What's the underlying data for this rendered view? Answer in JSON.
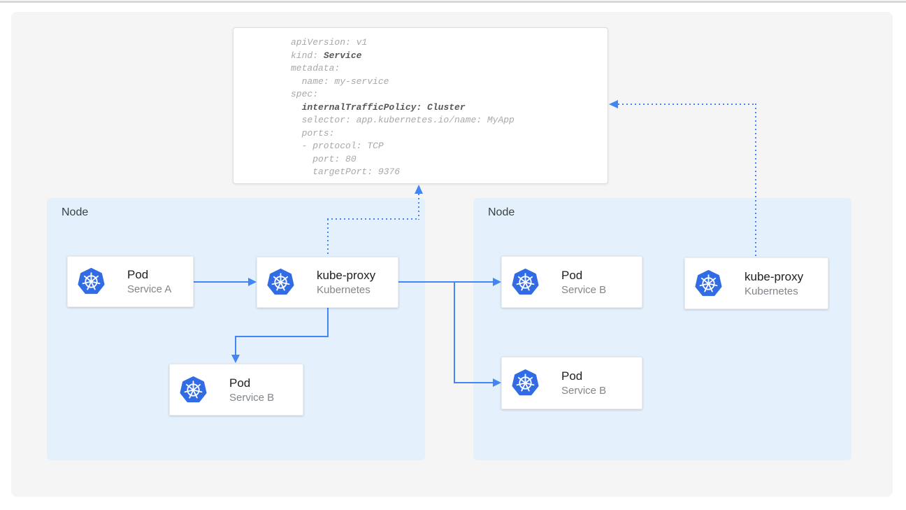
{
  "yaml_panel": {
    "lines": [
      {
        "pre": "apiVersion: v1",
        "bold": ""
      },
      {
        "pre": "kind: ",
        "bold": "Service"
      },
      {
        "pre": "metadata:",
        "bold": ""
      },
      {
        "pre": "  name: my-service",
        "bold": ""
      },
      {
        "pre": "spec:",
        "bold": ""
      },
      {
        "pre": "  ",
        "bold": "internalTrafficPolicy: Cluster"
      },
      {
        "pre": "  selector: app.kubernetes.io/name: MyApp",
        "bold": ""
      },
      {
        "pre": "  ports:",
        "bold": ""
      },
      {
        "pre": "  - protocol: TCP",
        "bold": ""
      },
      {
        "pre": "    port: 80",
        "bold": ""
      },
      {
        "pre": "    targetPort: 9376",
        "bold": ""
      }
    ]
  },
  "nodes": [
    {
      "label": "Node"
    },
    {
      "label": "Node"
    }
  ],
  "cards": [
    {
      "title": "Pod",
      "subtitle": "Service A"
    },
    {
      "title": "kube-proxy",
      "subtitle": "Kubernetes"
    },
    {
      "title": "Pod",
      "subtitle": "Service B"
    },
    {
      "title": "Pod",
      "subtitle": "Service B"
    },
    {
      "title": "Pod",
      "subtitle": "Service B"
    },
    {
      "title": "kube-proxy",
      "subtitle": "Kubernetes"
    }
  ],
  "icons": {
    "kubernetes": "kubernetes-helm-logo"
  },
  "colors": {
    "arrow_blue": "#4285f4",
    "kubernetes_blue": "#326ce5",
    "node_background": "#e4f1fc",
    "canvas_background": "#f5f5f6",
    "yaml_text": "#a7a8aa",
    "yaml_bold_text": "#55575a",
    "card_title": "#212121",
    "card_subtitle": "#80868b"
  }
}
